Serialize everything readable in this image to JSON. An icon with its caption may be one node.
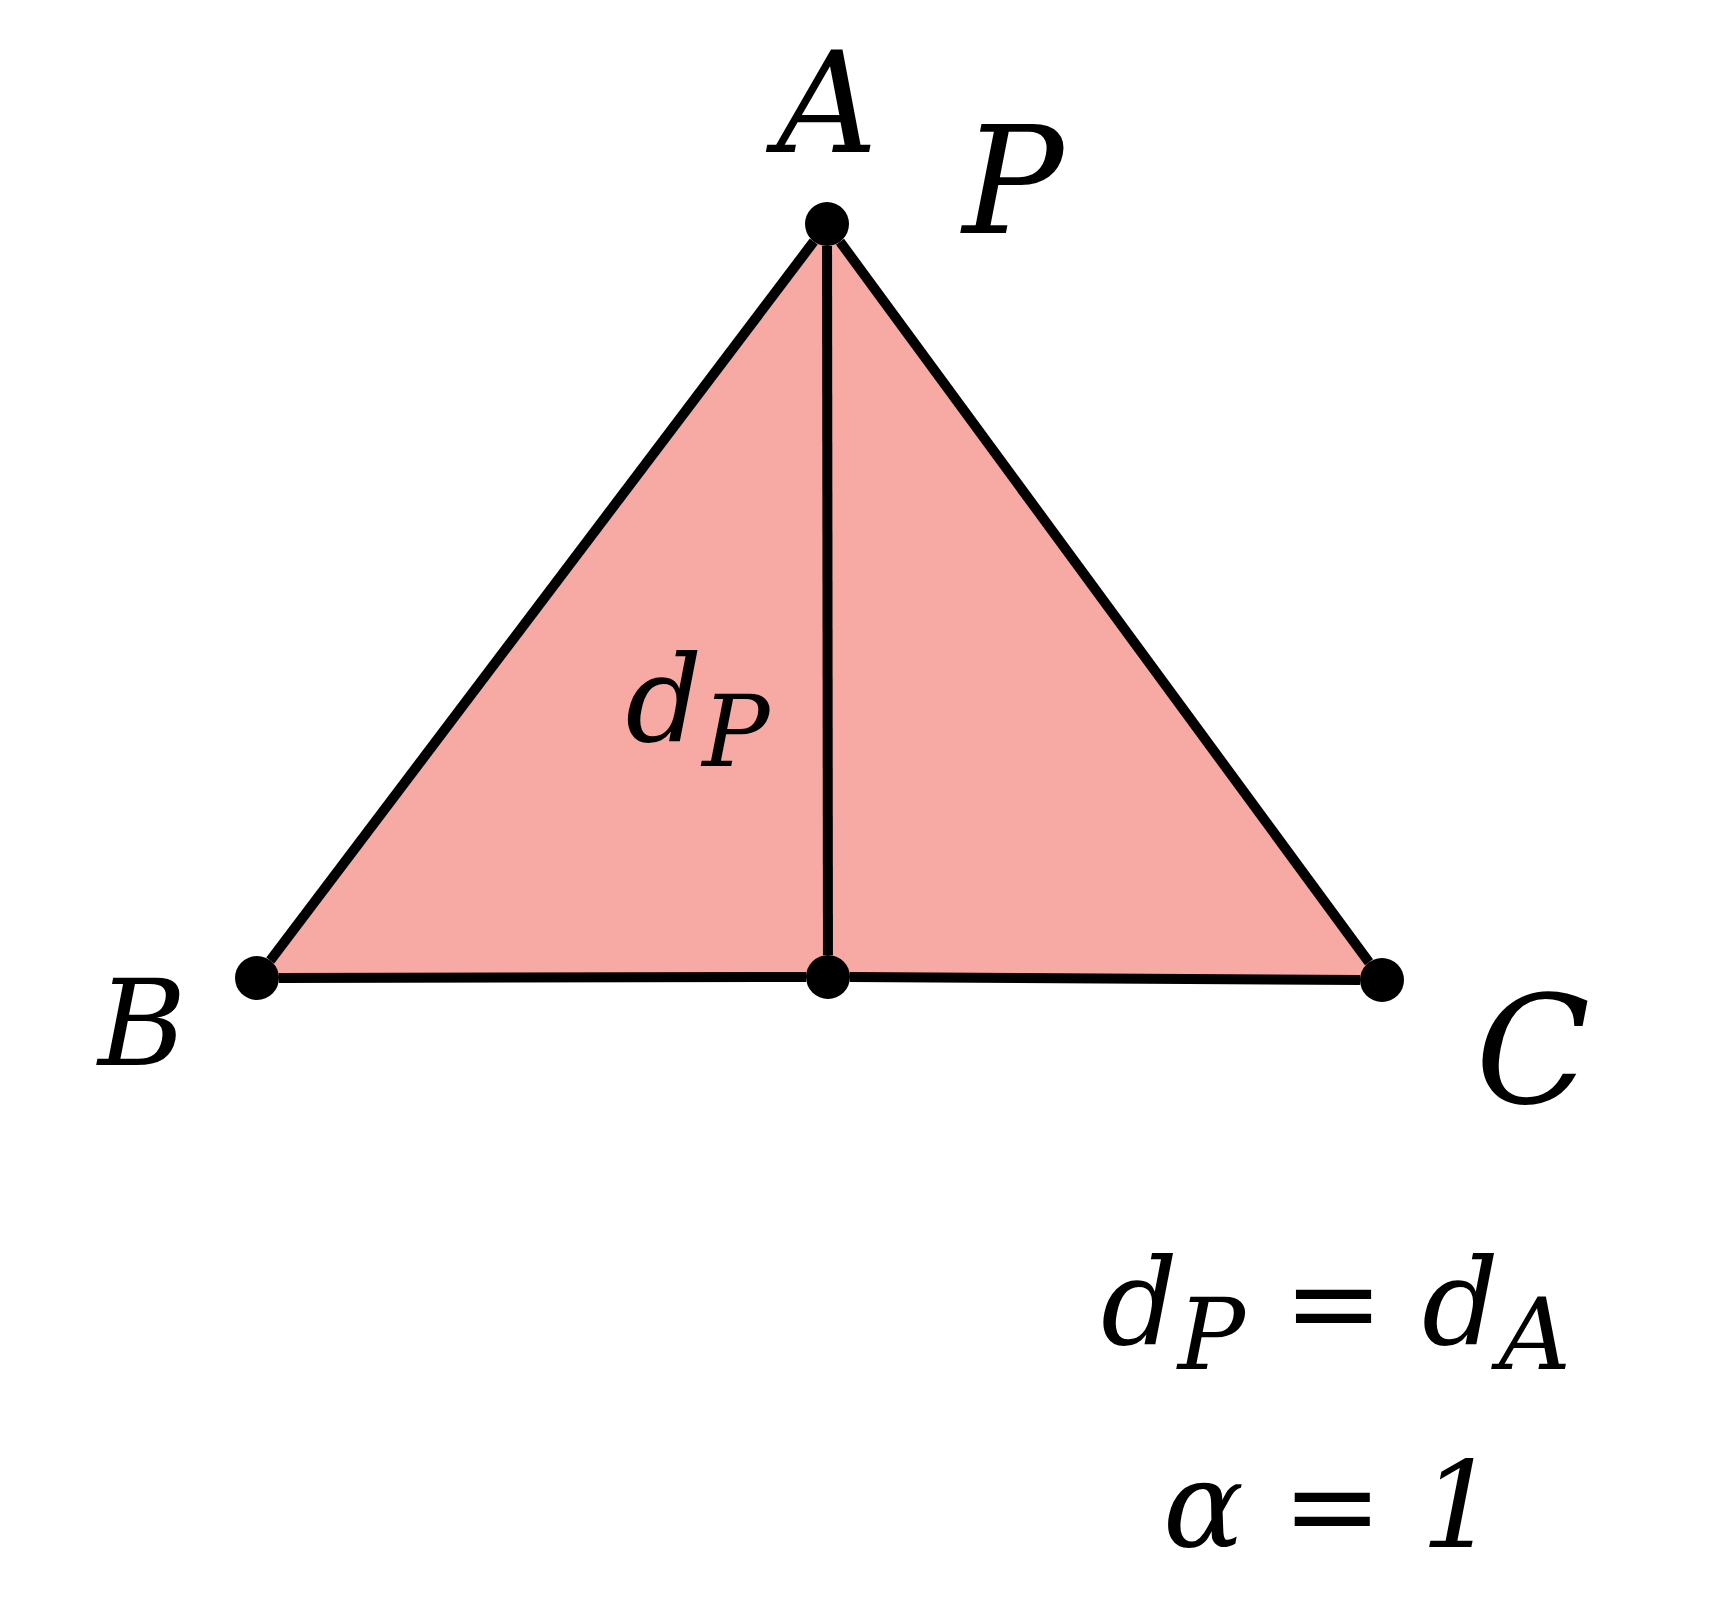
{
  "diagram": {
    "nodes": [
      {
        "text": [],
        "shape": "circle",
        "beside": [
          "A",
          "P"
        ]
      },
      {
        "text": [],
        "shape": "circle",
        "beside": [
          "B"
        ]
      },
      {
        "text": [],
        "shape": "circle",
        "beside": [
          "C"
        ]
      },
      {
        "text": [],
        "shape": "circle"
      }
    ],
    "edges": [
      {
        "from": 0,
        "to": 1,
        "arrow": "none"
      },
      {
        "from": 0,
        "to": 2,
        "arrow": "none"
      },
      {
        "from": 1,
        "to": 3,
        "arrow": "none"
      },
      {
        "from": 3,
        "to": 2,
        "arrow": "none"
      },
      {
        "from": 0,
        "to": 3,
        "arrow": "none",
        "label": "d$_{P}$"
      }
    ],
    "labels": [
      "d$_{P}$ = d$_{A}$",
      "α = 1"
    ]
  }
}
